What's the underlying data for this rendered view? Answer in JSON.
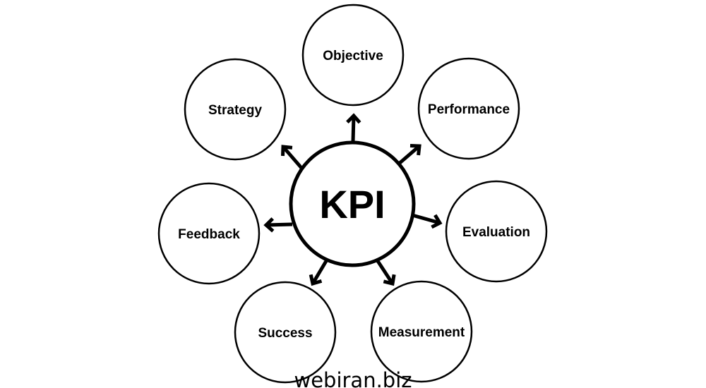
{
  "center": {
    "label": "KPI"
  },
  "nodes": [
    {
      "id": "objective",
      "label": "Objective"
    },
    {
      "id": "performance",
      "label": "Performance"
    },
    {
      "id": "evaluation",
      "label": "Evaluation"
    },
    {
      "id": "measurement",
      "label": "Measurement"
    },
    {
      "id": "success",
      "label": "Success"
    },
    {
      "id": "feedback",
      "label": "Feedback"
    },
    {
      "id": "strategy",
      "label": "Strategy"
    }
  ],
  "watermark": "webiran.biz",
  "colors": {
    "stroke": "#000000",
    "background": "#ffffff"
  }
}
